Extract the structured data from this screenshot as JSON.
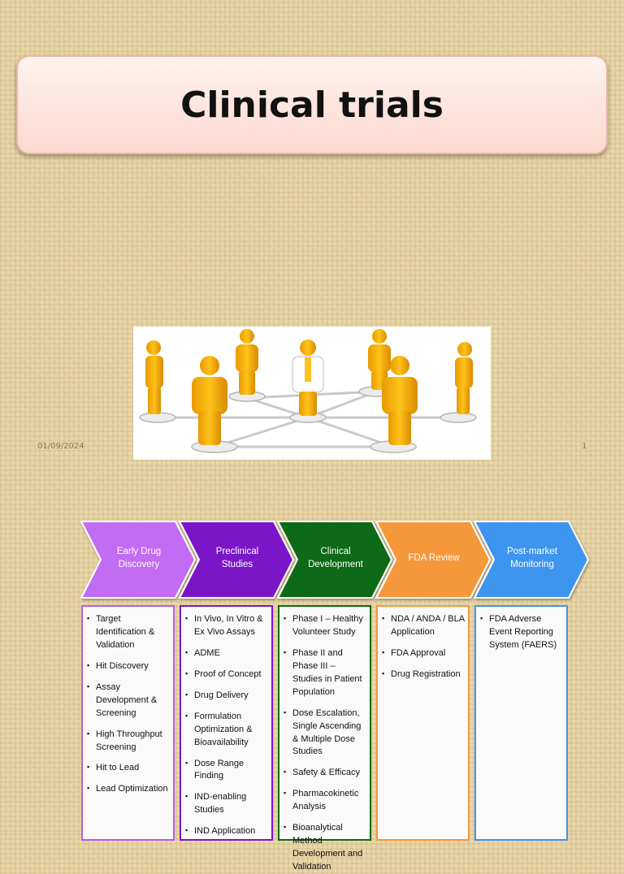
{
  "slide": {
    "title": "Clinical trials",
    "date": "01/09/2024",
    "page_number": "1"
  },
  "process": {
    "stages": [
      {
        "label": "Early Drug\nDiscovery",
        "color": "#c26cf4",
        "items": [
          "Target Identification & Validation",
          "Hit Discovery",
          "Assay Development & Screening",
          "High Throughput Screening",
          "Hit to Lead",
          "Lead Optimization"
        ]
      },
      {
        "label": "Preclinical\nStudies",
        "color": "#7a16c8",
        "items": [
          "In Vivo, In Vitro & Ex Vivo Assays",
          "ADME",
          "Proof of Concept",
          "Drug Delivery",
          "Formulation Optimization & Bioavailability",
          "Dose Range Finding",
          "IND-enabling Studies",
          "IND Application"
        ]
      },
      {
        "label": "Clinical\nDevelopment",
        "color": "#0d6b14",
        "items": [
          "Phase I – Healthy Volunteer Study",
          "Phase II and Phase III – Studies in Patient Population",
          "Dose Escalation, Single Ascending & Multiple Dose Studies",
          "Safety & Efficacy",
          "Pharmacokinetic Analysis",
          "Bioanalytical Method Development and Validation"
        ]
      },
      {
        "label": "FDA Review",
        "color": "#f5973a",
        "items": [
          "NDA / ANDA / BLA Application",
          "FDA Approval",
          "Drug Registration"
        ]
      },
      {
        "label": "Post-market\nMonitoring",
        "color": "#3d95ef",
        "items": [
          "FDA Adverse Event Reporting System (FAERS)"
        ]
      }
    ]
  }
}
